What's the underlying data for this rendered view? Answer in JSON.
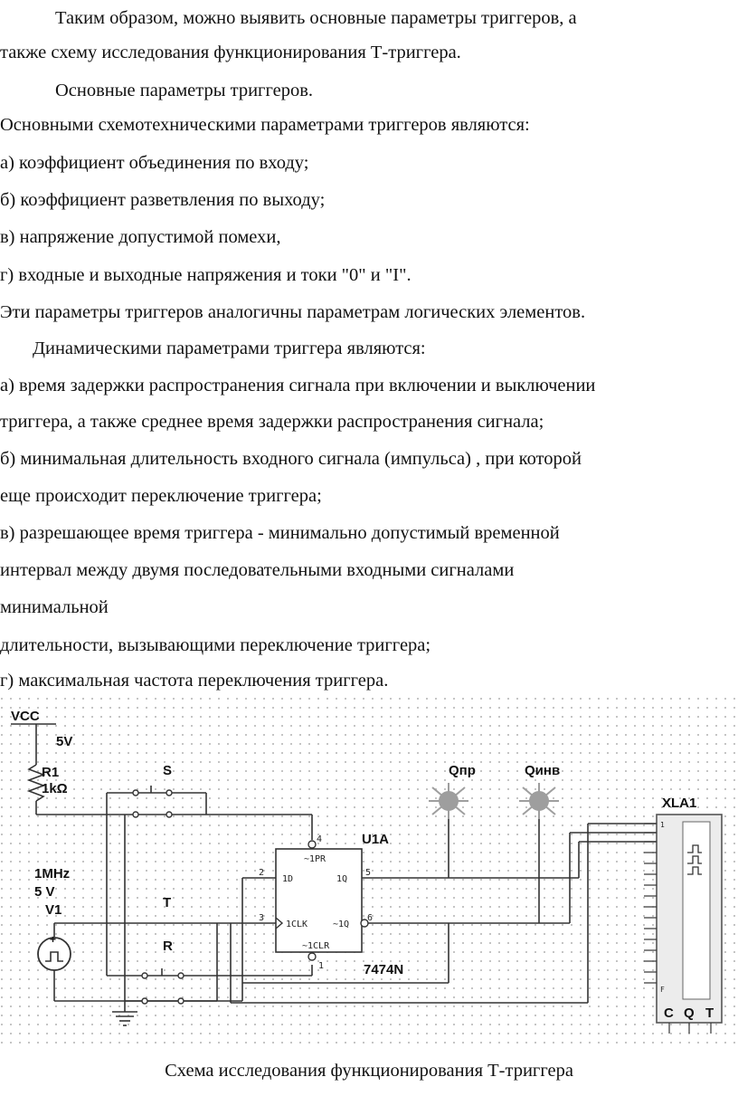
{
  "document": {
    "paragraphs": [
      "Таким образом, можно выявить основные параметры триггеров, а",
      "также схему исследования функционирования Т-триггера.",
      "Основные параметры триггеров.",
      "Основными схемотехническими параметрами триггеров являются:",
      "а) коэффициент объединения по входу;",
      "б) коэффициент разветвления по выходу;",
      "в) напряжение допустимой помехи,",
      "г) входные и выходные напряжения и токи \"0\" и \"I\".",
      "Эти параметры триггеров аналогичны параметрам логических элементов.",
      "Динамическими параметрами триггера являются:",
      "а) время задержки распространения сигнала при включении и выключении",
      "триггера, а также среднее время задержки распространения сигнала;",
      "б) минимальная длительность входного сигнала (импульса) , при которой",
      "еще происходит переключение триггера;",
      "в) разрешающее время триггера - минимально допустимый временной",
      "интервал между двумя последовательными входными сигналами",
      "минимальной",
      "длительности, вызывающими переключение триггера;",
      "г) максимальная частота переключения триггера."
    ],
    "caption": "Схема исследования функционирования Т-триггера"
  },
  "schematic": {
    "vcc_label": "VCC",
    "vcc_value": "5V",
    "r1_name": "R1",
    "r1_value": "1kΩ",
    "switch_s": "S",
    "switch_t": "T",
    "switch_r": "R",
    "v1_freq": "1MHz",
    "v1_amp": "5 V",
    "v1_name": "V1",
    "v1_plus": "+",
    "ic_name": "U1A",
    "ic_part": "7474N",
    "pin_pr": "~1PR",
    "pin_d": "1D",
    "pin_q": "1Q",
    "pin_clk": "1CLK",
    "pin_nq": "~1Q",
    "pin_clr": "~1CLR",
    "pin_num_2": "2",
    "pin_num_3": "3",
    "pin_num_4": "4",
    "pin_num_5": "5",
    "pin_num_6": "6",
    "pin_num_1": "1",
    "probe_qpr": "Qпр",
    "probe_qinv": "Qинв",
    "analyzer_name": "XLA1",
    "analyzer_top_mark": "1",
    "analyzer_bottom_mark": "F",
    "analyzer_c": "C",
    "analyzer_q": "Q",
    "analyzer_t": "T",
    "colors": {
      "wire": "#333333",
      "grid": "#9a9a9a",
      "probe": "#9e9e9e",
      "analyzer_fill": "#ececec"
    }
  }
}
